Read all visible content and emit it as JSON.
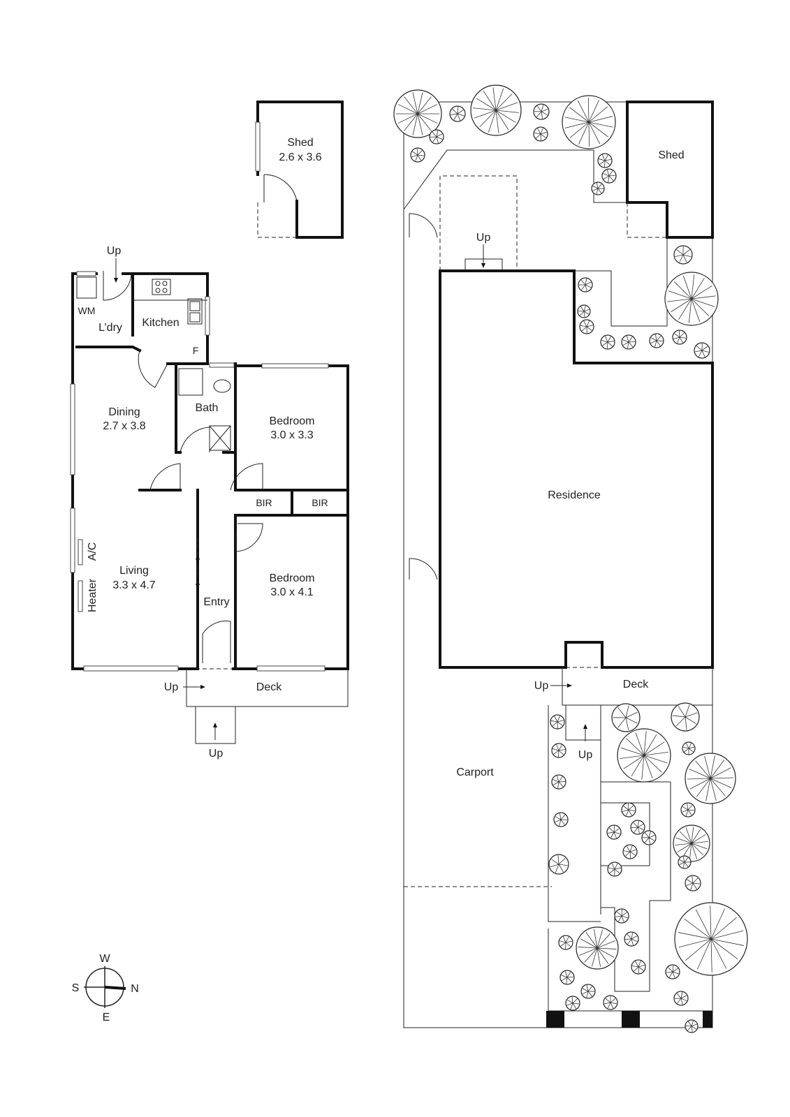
{
  "floorplan": {
    "rooms": {
      "shed": {
        "name": "Shed",
        "dims": "2.6 x 3.6"
      },
      "kitchen": {
        "name": "Kitchen"
      },
      "laundry": {
        "name": "L’dry"
      },
      "wm": {
        "name": "WM"
      },
      "fridge": {
        "name": "F"
      },
      "dining": {
        "name": "Dining",
        "dims": "2.7 x 3.8"
      },
      "bath": {
        "name": "Bath"
      },
      "bedroom1": {
        "name": "Bedroom",
        "dims": "3.0 x 3.3"
      },
      "bir1": {
        "name": "BIR"
      },
      "bir2": {
        "name": "BIR"
      },
      "living": {
        "name": "Living",
        "dims": "3.3 x 4.7"
      },
      "ac": {
        "name": "A/C"
      },
      "heater": {
        "name": "Heater"
      },
      "entry": {
        "name": "Entry"
      },
      "bedroom2": {
        "name": "Bedroom",
        "dims": "3.0 x 4.1"
      },
      "deck": {
        "name": "Deck"
      }
    },
    "up_labels": [
      "Up",
      "Up",
      "Up"
    ]
  },
  "siteplan": {
    "shed": "Shed",
    "residence": "Residence",
    "deck": "Deck",
    "carport": "Carport",
    "up_labels": [
      "Up",
      "Up",
      "Up"
    ]
  },
  "compass": {
    "north": "N",
    "south": "S",
    "east": "E",
    "west": "W"
  }
}
